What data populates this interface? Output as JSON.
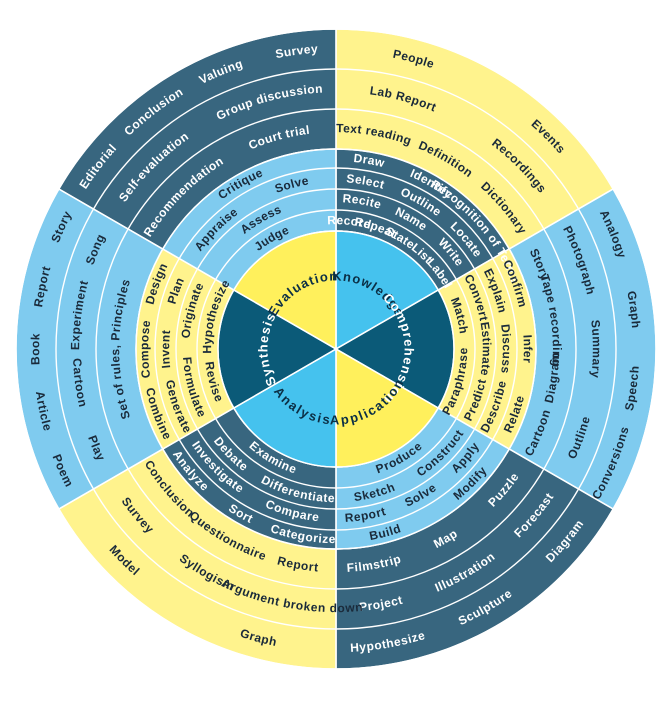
{
  "colors": {
    "dark": "#38667f",
    "blue": "#7fcbef",
    "core_blue": "#45c2ee",
    "yellow": "#fff38d",
    "core_yellow": "#fff05c",
    "core_dark": "#0b5a78",
    "line": "#ffffff"
  },
  "core": [
    {
      "label": "Knowledge"
    },
    {
      "label": "Comprehension"
    },
    {
      "label": "Application"
    },
    {
      "label": "Analysis"
    },
    {
      "label": "Synthesis"
    },
    {
      "label": "Evaluation"
    }
  ],
  "verb_rings": [
    [
      "Record",
      "Repeat",
      "State",
      "List",
      "Label"
    ],
    [
      "Recite",
      "Name",
      "Write"
    ],
    [
      "Select",
      "Outline",
      "Locate"
    ],
    [
      "Draw",
      "Identify",
      "Recognition of Terms"
    ],
    [
      "Match",
      "Paraphrase"
    ],
    [
      "Convert",
      "Estimate",
      "Predict"
    ],
    [
      "Explain",
      "Discuss",
      "Describe"
    ],
    [
      "Confirm",
      "Infer",
      "Relate"
    ],
    [
      "Produce"
    ],
    [
      "Construct",
      "Sketch"
    ],
    [
      "Apply",
      "Solve",
      "Report"
    ],
    [
      "Modify",
      "Build"
    ],
    [
      "Examine"
    ],
    [
      "Differentiate",
      "Debate"
    ],
    [
      "Compare",
      "Investigate"
    ],
    [
      "Categorize",
      "Sort",
      "Analyze"
    ],
    [
      "Revise",
      "Hypothesize"
    ],
    [
      "Formulate",
      "Originate"
    ],
    [
      "Generate",
      "Invent",
      "Plan"
    ],
    [
      "Combine",
      "Compose",
      "Design"
    ],
    [
      "Judge"
    ],
    [
      "Assess"
    ],
    [
      "Appraise",
      "Solve"
    ],
    [
      "Critique"
    ]
  ],
  "product_rings": [
    [
      "Text reading",
      "Definition",
      "Dictionary"
    ],
    [
      "Lab Report",
      "Recordings"
    ],
    [
      "People",
      "Events"
    ],
    [
      "Story",
      "Tape recording",
      "Diagram",
      "Cartoon"
    ],
    [
      "Photograph",
      "Summary",
      "Outline"
    ],
    [
      "Analogy",
      "Graph",
      "Speech",
      "Conversions"
    ],
    [
      "Puzzle",
      "Map",
      "Filmstrip"
    ],
    [
      "Forecast",
      "Illustration",
      "Project"
    ],
    [
      "Diagram",
      "Sculpture",
      "Hypothesize"
    ],
    [
      "Report",
      "Questionnaire",
      "Conclusion"
    ],
    [
      "Argument broken down",
      "Syllogism",
      "Survey"
    ],
    [
      "Graph",
      "Model"
    ],
    [
      "Set of rules, Principles"
    ],
    [
      "Play",
      "Cartoon",
      "Experiment",
      "Song"
    ],
    [
      "Poem",
      "Article",
      "Book",
      "Report",
      "Story"
    ],
    [
      "Recommendation",
      "Court trial"
    ],
    [
      "Self-evaluation",
      "Group discussion"
    ],
    [
      "Editorial",
      "Conclusion",
      "Valuing",
      "Survey"
    ]
  ]
}
